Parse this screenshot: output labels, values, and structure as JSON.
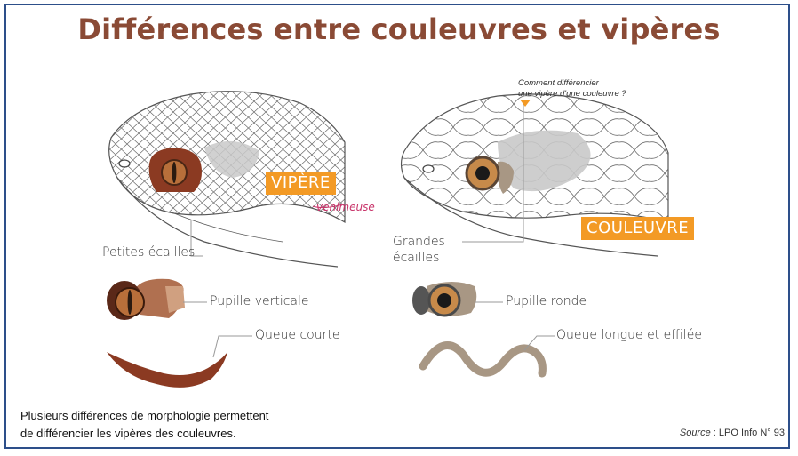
{
  "title": "Différences entre couleuvres et vipères",
  "question": [
    "Comment différencier",
    "une vipère d'une couleuvre ?"
  ],
  "viper": {
    "tag": "VIPÈRE",
    "note": "venimeuse",
    "scales_label": "Petites écailles",
    "pupil_label": "Pupille verticale",
    "tail_label": "Queue courte"
  },
  "grass_snake": {
    "tag": "COULEUVRE",
    "scales_label_line1": "Grandes",
    "scales_label_line2": "écailles",
    "pupil_label": "Pupille ronde",
    "tail_label": "Queue longue et effilée"
  },
  "caption_line1": "Plusieurs différences de morphologie permettent",
  "caption_line2": "de différencier les vipères des couleuvres.",
  "source_label": "Source",
  "source_text": " : LPO Info N° 93",
  "colors": {
    "frame": "#2d4f8a",
    "title": "#8a4a35",
    "tag": "#f39a25",
    "venom": "#c8346a",
    "viper_brown": "#8b3a22",
    "grass_tan": "#a89784",
    "scale_gray": "#c9c9c9"
  }
}
